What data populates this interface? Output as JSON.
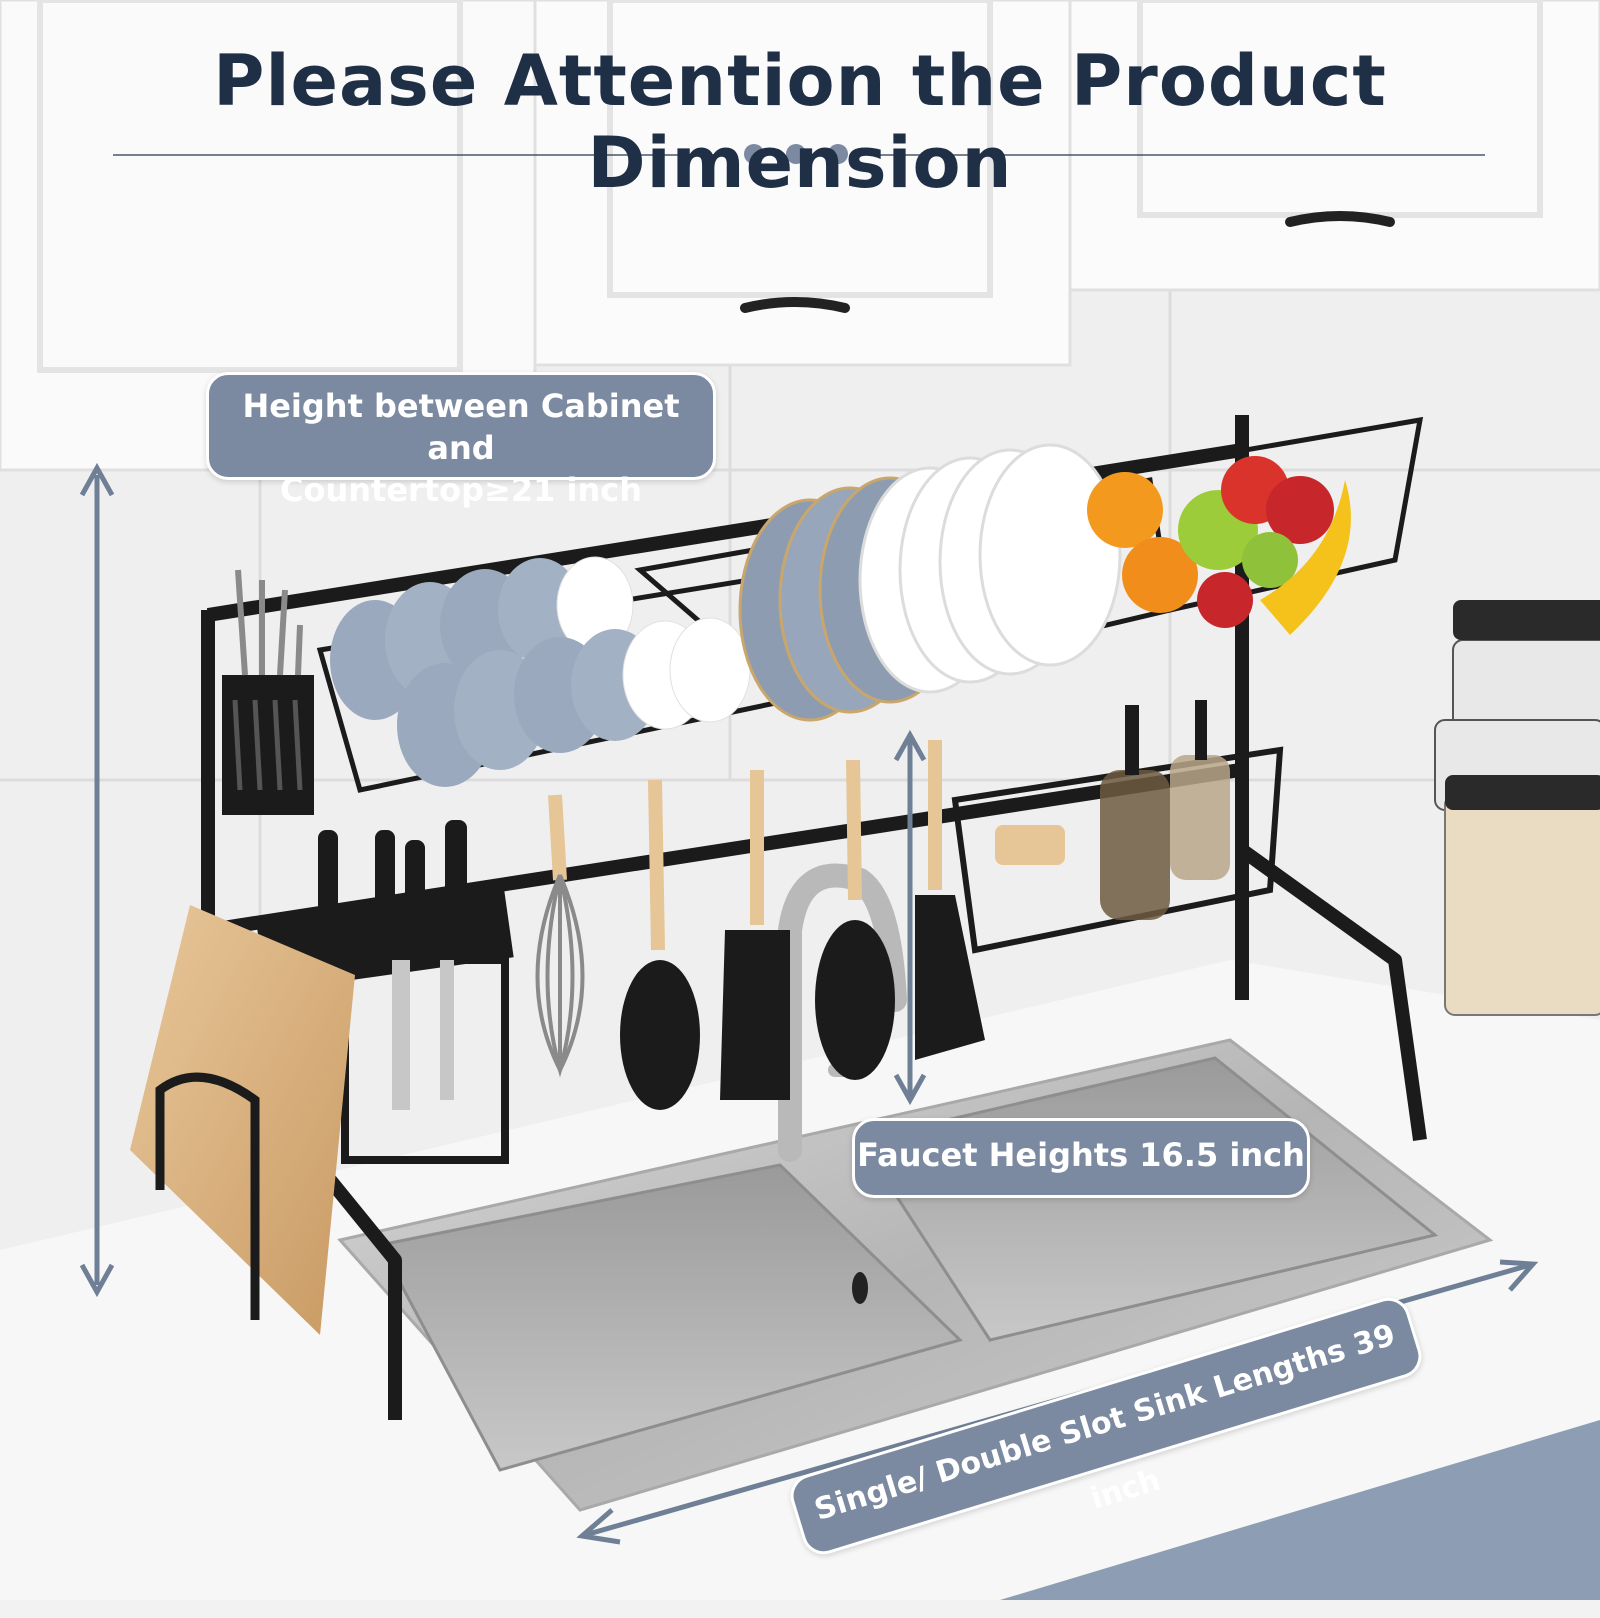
{
  "title": "Please Attention the Product Dimension",
  "labels": {
    "height_line1": "Height between Cabinet and",
    "height_line2": "Countertop≥21 inch",
    "faucet": "Faucet Heights 16.5 inch",
    "sink": "Single/ Double Slot Sink Lengths 39 inch"
  },
  "colors": {
    "title": "#1f2f46",
    "label_bg": "#7b8aa0",
    "arrow": "#6f7f96",
    "rack": "#1b1b1b",
    "plate_blue": "#9aa9bd"
  }
}
